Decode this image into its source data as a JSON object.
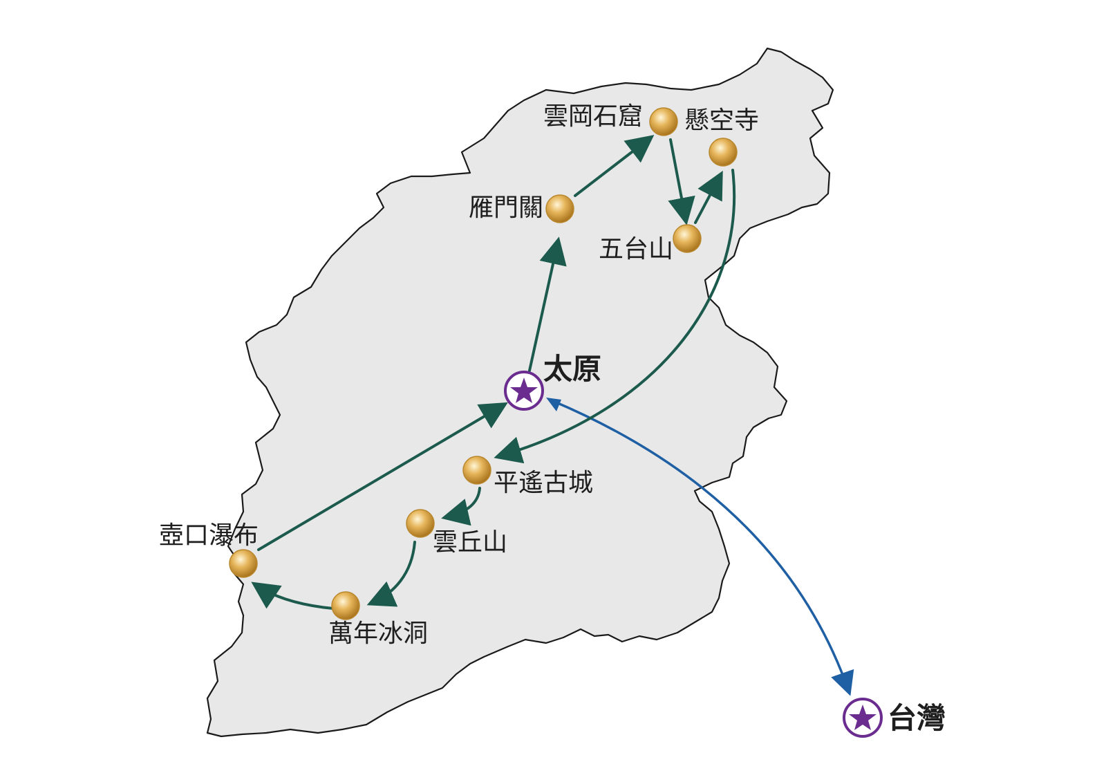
{
  "map": {
    "region_color": "#e8e8e8",
    "border_color": "#1a1a1a",
    "route_color": "#1b5a4c",
    "flight_color": "#1f5fa3",
    "city_marker_color": "#6a2c8f",
    "stop_marker_color": "#d9a441"
  },
  "cities": {
    "taiyuan": "太原",
    "taiwan": "台灣"
  },
  "stops": {
    "yungang": "雲岡石窟",
    "xuankong": "懸空寺",
    "yanmen": "雁門關",
    "wutai": "五台山",
    "pingyao": "平遙古城",
    "yunqiu": "雲丘山",
    "wannian": "萬年冰洞",
    "hukou": "壺口瀑布"
  }
}
